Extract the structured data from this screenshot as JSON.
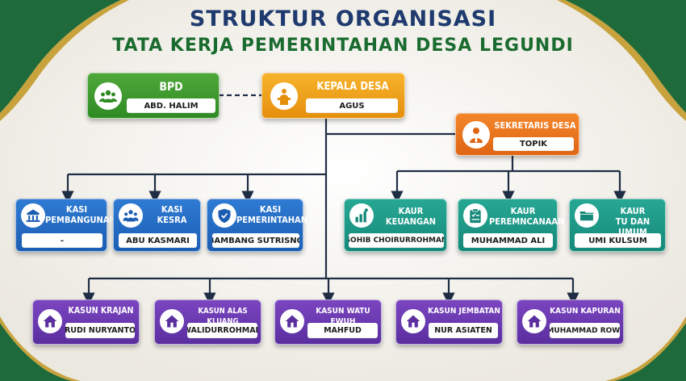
{
  "title": {
    "line1": "STRUKTUR ORGANISASI",
    "line2": "TATA KERJA PEMERINTAHAN DESA LEGUNDI"
  },
  "colors": {
    "title_blue": "#1e3a6e",
    "title_green": "#1a6b2f",
    "bpd": "#3b9a2e",
    "kepala": "#f0a11a",
    "sekretaris": "#ea7420",
    "kasi": "#2468c2",
    "kaur": "#1b9a87",
    "kasun": "#6a39b0",
    "connector": "#1f2d44"
  },
  "bpd": {
    "title": "BPD",
    "name": "ABD. HALIM",
    "icon": "group-icon"
  },
  "kepala": {
    "title": "KEPALA DESA",
    "name": "AGUS",
    "icon": "podium-icon"
  },
  "sekretaris": {
    "title": "SEKRETARIS DESA",
    "name": "TOPIK",
    "icon": "person-tie-icon"
  },
  "kasi": [
    {
      "line1": "KASI",
      "line2": "PEMBANGUNAN",
      "name": "-",
      "icon": "building-icon"
    },
    {
      "line1": "KASI",
      "line2": "KESRA",
      "name": "ABU KASMARI",
      "icon": "people-icon"
    },
    {
      "line1": "KASI",
      "line2": "PEMERINTAHAN",
      "name": "BAMBANG SUTRISNO",
      "icon": "shield-icon"
    }
  ],
  "kaur": [
    {
      "line1": "KAUR",
      "line2": "KEUANGAN",
      "name": "SOHIB CHOIRURROHMAN",
      "icon": "money-chart-icon"
    },
    {
      "line1": "KAUR",
      "line2": "PEREMNCANAAN",
      "name": "MUHAMMAD ALI",
      "icon": "clipboard-icon"
    },
    {
      "line1": "KAUR",
      "line2": "TU DAN UMUM",
      "name": "UMI KULSUM",
      "icon": "folder-icon"
    }
  ],
  "kasun": [
    {
      "title": "KASUN KRAJAN",
      "name": "RUDI NURYANTO",
      "icon": "house-icon"
    },
    {
      "title": "KASUN ALAS KLUANG",
      "name": "WALIDURROHMAN",
      "icon": "house-icon"
    },
    {
      "title": "KASUN WATU EWUH",
      "name": "MAHFUD",
      "icon": "house-icon"
    },
    {
      "title": "KASUN JEMBATAN",
      "name": "NUR ASIATEN",
      "icon": "house-icon"
    },
    {
      "title": "KASUN KAPURAN",
      "name": "MUHAMMAD ROWI",
      "icon": "house-icon"
    }
  ]
}
